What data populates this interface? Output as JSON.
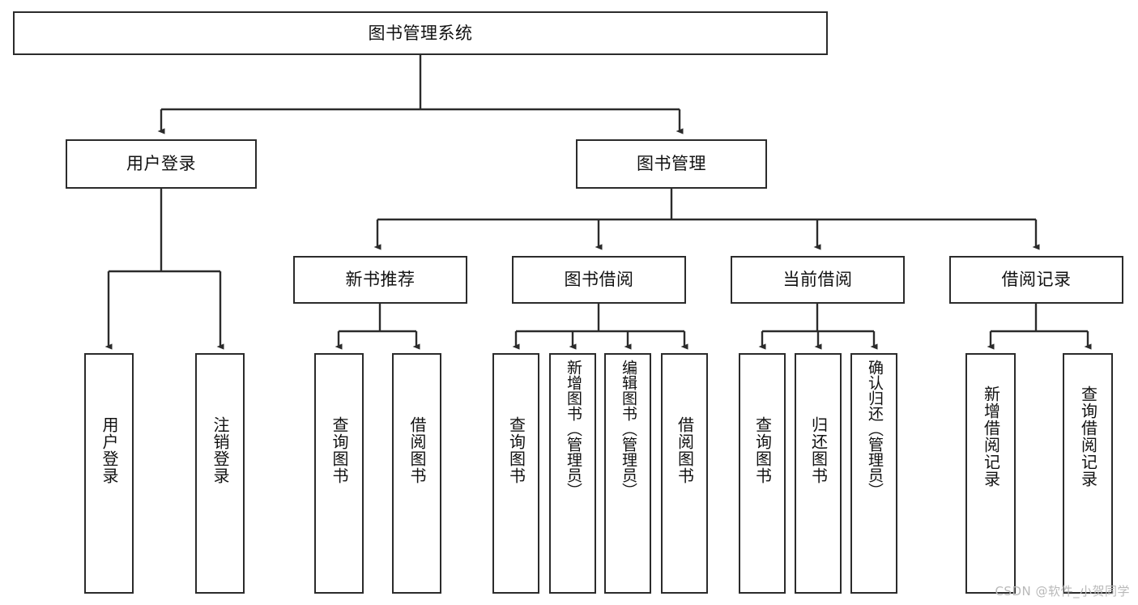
{
  "diagram": {
    "title": "图书管理系统",
    "type": "tree",
    "root": {
      "id": "root",
      "label": "图书管理系统"
    },
    "level2": [
      {
        "id": "user-login",
        "label": "用户登录"
      },
      {
        "id": "book-manage",
        "label": "图书管理"
      }
    ],
    "level3": [
      {
        "id": "new-book-recommend",
        "label": "新书推荐",
        "parent": "book-manage"
      },
      {
        "id": "book-borrow",
        "label": "图书借阅",
        "parent": "book-manage"
      },
      {
        "id": "current-borrow",
        "label": "当前借阅",
        "parent": "book-manage"
      },
      {
        "id": "borrow-record",
        "label": "借阅记录",
        "parent": "book-manage"
      }
    ],
    "leaves": [
      {
        "id": "leaf-user-login",
        "label": "用户登录",
        "parent": "user-login"
      },
      {
        "id": "leaf-logout-login",
        "label": "注销登录",
        "parent": "user-login"
      },
      {
        "id": "leaf-query-book-1",
        "label": "查询图书",
        "parent": "new-book-recommend"
      },
      {
        "id": "leaf-borrow-book-1",
        "label": "借阅图书",
        "parent": "new-book-recommend"
      },
      {
        "id": "leaf-query-book-2",
        "label": "查询图书",
        "parent": "book-borrow"
      },
      {
        "id": "leaf-add-book-admin",
        "label": "新增图书（管理员）",
        "parent": "book-borrow"
      },
      {
        "id": "leaf-edit-book-admin",
        "label": "编辑图书（管理员）",
        "parent": "book-borrow"
      },
      {
        "id": "leaf-borrow-book-2",
        "label": "借阅图书",
        "parent": "book-borrow"
      },
      {
        "id": "leaf-query-book-3",
        "label": "查询图书",
        "parent": "current-borrow"
      },
      {
        "id": "leaf-return-book",
        "label": "归还图书",
        "parent": "current-borrow"
      },
      {
        "id": "leaf-confirm-return-admin",
        "label": "确认归还（管理员）",
        "parent": "current-borrow"
      },
      {
        "id": "leaf-add-borrow-record",
        "label": "新增借阅记录",
        "parent": "borrow-record"
      },
      {
        "id": "leaf-query-borrow-record",
        "label": "查询借阅记录",
        "parent": "borrow-record"
      }
    ],
    "watermark": "CSDN @软件_小贺同学",
    "colors": {
      "stroke": "#2b2b2b",
      "background": "#ffffff",
      "text": "#111111",
      "watermark": "#b9b9b9"
    }
  }
}
